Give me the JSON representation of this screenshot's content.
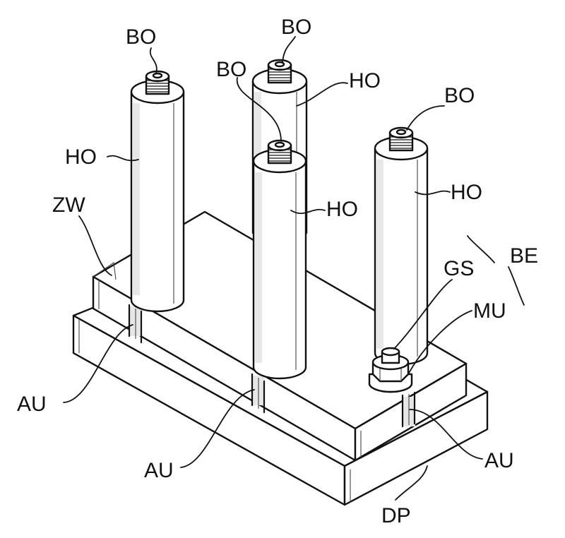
{
  "labels": {
    "bo": "BO",
    "ho": "HO",
    "zw": "ZW",
    "au": "AU",
    "gs": "GS",
    "mu": "MU",
    "be": "BE",
    "dp": "DP"
  },
  "colors": {
    "line": "#111111",
    "shade": "#e7e7e7",
    "background": "#ffffff"
  }
}
